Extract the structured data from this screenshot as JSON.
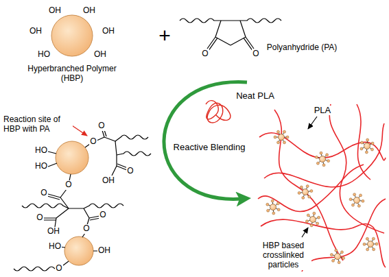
{
  "diagram": {
    "labels": [
      "OH",
      "OH",
      "OH",
      "OH",
      "HO",
      "OH",
      "Hyperbranched Polymer (HBP)",
      "+",
      "O",
      "O",
      "Polyanhydride (PA)",
      "Reaction site of HBP with PA",
      "O",
      "O",
      "O",
      "OH",
      "HO",
      "HO",
      "O",
      "O",
      "O",
      "OH",
      "O",
      "O",
      "HO",
      "OH",
      "O",
      "Neat PLA",
      "Reactive Blending",
      "PLA",
      "HBP based crosslinked particles"
    ]
  }
}
